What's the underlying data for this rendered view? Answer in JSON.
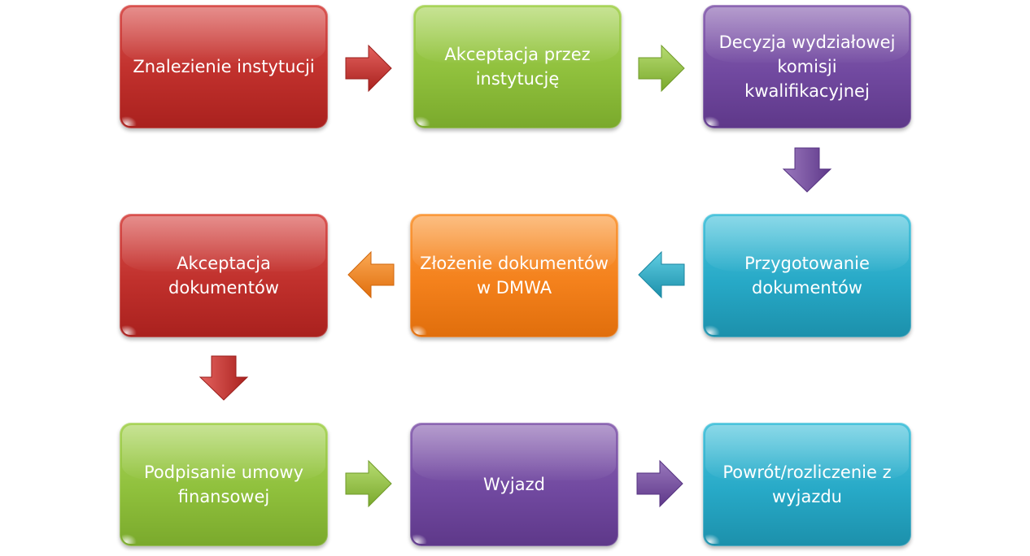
{
  "steps": [
    {
      "id": 1,
      "label": "Znalezienie instytucji",
      "color": "red"
    },
    {
      "id": 2,
      "label": "Akceptacja przez instytucję",
      "color": "green"
    },
    {
      "id": 3,
      "label": "Decyzja wydziałowej komisji kwalifikacyjnej",
      "color": "purple"
    },
    {
      "id": 4,
      "label": "Przygotowanie dokumentów",
      "color": "teal"
    },
    {
      "id": 5,
      "label": "Złożenie dokumentów w DMWA",
      "color": "orange"
    },
    {
      "id": 6,
      "label": "Akceptacja dokumentów",
      "color": "red"
    },
    {
      "id": 7,
      "label": "Podpisanie umowy finansowej",
      "color": "green"
    },
    {
      "id": 8,
      "label": "Wyjazd",
      "color": "purple"
    },
    {
      "id": 9,
      "label": "Powrót/rozliczenie z wyjazdu",
      "color": "teal"
    }
  ],
  "connections": [
    {
      "from": 1,
      "to": 2,
      "direction": "right",
      "color": "#c0302c"
    },
    {
      "from": 2,
      "to": 3,
      "direction": "right",
      "color": "#8fc03c"
    },
    {
      "from": 3,
      "to": 4,
      "direction": "down",
      "color": "#7149a0"
    },
    {
      "from": 4,
      "to": 5,
      "direction": "left",
      "color": "#27a9c7"
    },
    {
      "from": 5,
      "to": 6,
      "direction": "left",
      "color": "#f4811c"
    },
    {
      "from": 6,
      "to": 7,
      "direction": "down",
      "color": "#c0302c"
    },
    {
      "from": 7,
      "to": 8,
      "direction": "right",
      "color": "#8fc03c"
    },
    {
      "from": 8,
      "to": 9,
      "direction": "right",
      "color": "#7149a0"
    }
  ]
}
